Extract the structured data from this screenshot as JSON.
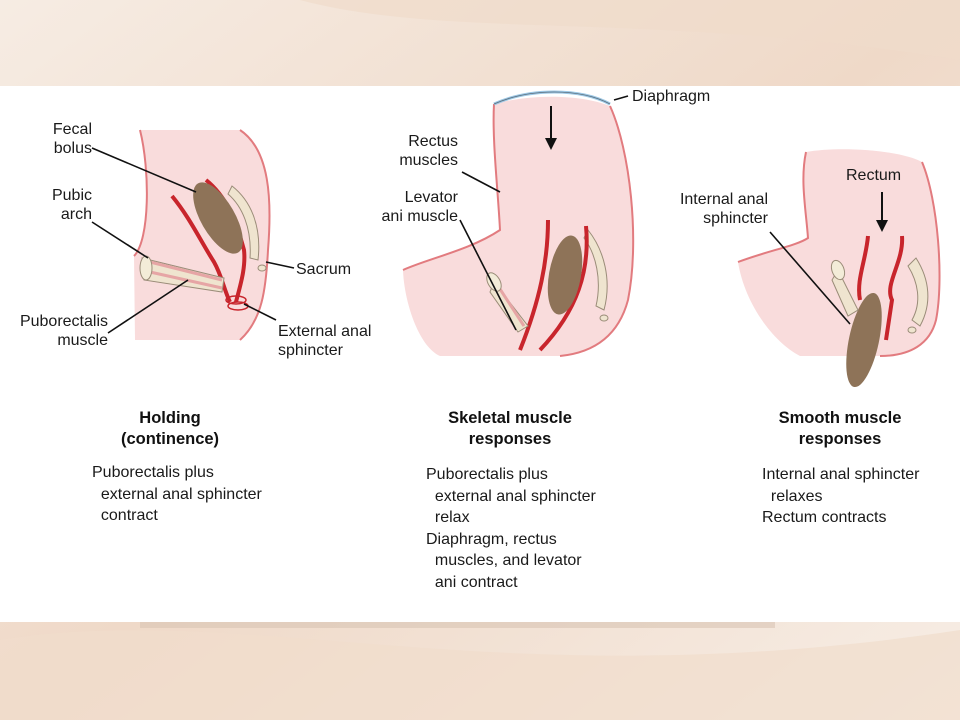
{
  "colors": {
    "slide_bg": "#f4e6da",
    "tissue": "#f9dcdc",
    "muscle": "#c8252c",
    "bolus": "#8e7358",
    "bone": "#efe4cf",
    "diaphragm": "#9cc7e4"
  },
  "labels": {
    "fecal_bolus": "Fecal\nbolus",
    "pubic_arch": "Pubic\narch",
    "puborectalis": "Puborectalis\nmuscle",
    "sacrum": "Sacrum",
    "external_sphincter": "External anal\nsphincter",
    "diaphragm": "Diaphragm",
    "rectus": "Rectus\nmuscles",
    "levator": "Levator\nani muscle",
    "internal_sphincter": "Internal anal\nsphincter",
    "rectum": "Rectum"
  },
  "panels": [
    {
      "heading": "Holding\n(continence)",
      "text": "Puborectalis plus\n  external anal sphincter\n  contract"
    },
    {
      "heading": "Skeletal muscle\nresponses",
      "text": "Puborectalis plus\n  external anal sphincter\n  relax\nDiaphragm, rectus\n  muscles, and levator\n  ani contract"
    },
    {
      "heading": "Smooth muscle\nresponses",
      "text": "Internal anal sphincter\n  relaxes\nRectum contracts"
    }
  ]
}
